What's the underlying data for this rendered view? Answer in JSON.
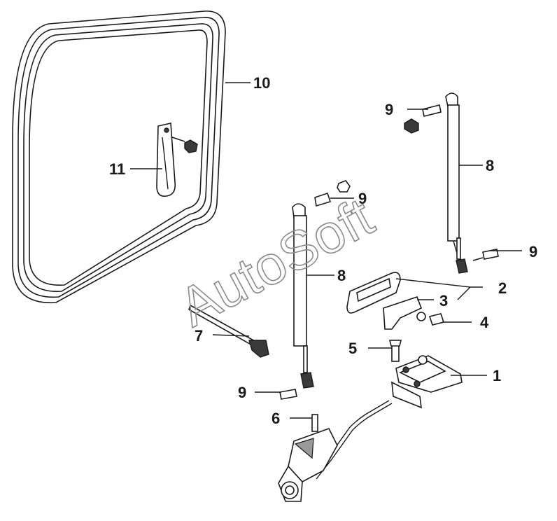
{
  "watermark": "AutoSoft",
  "callouts": [
    "1",
    "2",
    "3",
    "4",
    "5",
    "6",
    "7",
    "8",
    "8",
    "9",
    "9",
    "9",
    "9",
    "10",
    "11"
  ]
}
